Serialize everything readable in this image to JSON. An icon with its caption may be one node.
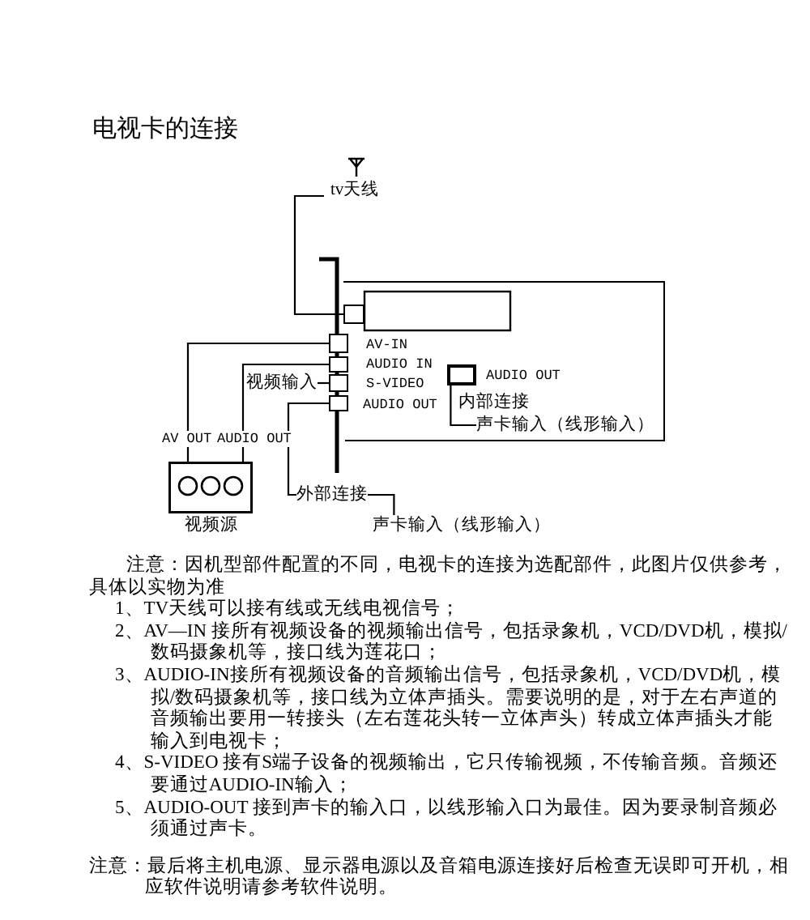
{
  "diagram": {
    "title": "电视卡的连接",
    "nodes": [
      {
        "text": [
          "tv天线"
        ]
      },
      {
        "text": [],
        "shape": "box"
      },
      {
        "text": [],
        "shape": "box",
        "beside": [
          "AV-IN"
        ]
      },
      {
        "text": [],
        "shape": "box",
        "beside": [
          "AUDIO IN"
        ]
      },
      {
        "text": [],
        "shape": "box",
        "beside": [
          "S-VIDEO"
        ]
      },
      {
        "text": [],
        "shape": "box",
        "beside": [
          "AUDIO OUT"
        ]
      },
      {
        "text": [],
        "shape": "box",
        "beside": [
          "AUDIO OUT",
          "内部连接"
        ]
      },
      {
        "text": [
          "声卡输入（线形输入）"
        ]
      },
      {
        "text": [
          "视频源"
        ]
      },
      {
        "text": [
          "视频输入"
        ]
      },
      {
        "text": [
          "外部连接"
        ]
      },
      {
        "text": [
          "声卡输入（线形输入）"
        ]
      }
    ],
    "edges": [
      {
        "from": 0,
        "to": 1,
        "arrow": "none"
      },
      {
        "from": 8,
        "to": 2,
        "arrow": "none",
        "label": "AV OUT"
      },
      {
        "from": 8,
        "to": 3,
        "arrow": "none",
        "label": "AUDIO OUT"
      },
      {
        "from": 9,
        "to": 4,
        "arrow": "none"
      },
      {
        "from": 5,
        "to": 10,
        "arrow": "none"
      },
      {
        "from": 10,
        "to": 11,
        "arrow": "none"
      },
      {
        "from": 6,
        "to": 7,
        "arrow": "none"
      }
    ],
    "labels": [
      "注意：因机型部件配置的不同，电视卡的连接为选配部件，此图片仅供参考，具体以实物为准",
      "1、TV天线可以接有线或无线电视信号；",
      "2、AV—IN 接所有视频设备的视频输出信号，包括录象机，VCD/DVD机，模拟/数码摄象机等，接口线为莲花口；",
      "3、AUDIO-IN接所有视频设备的音频输出信号，包括录象机，VCD/DVD机，模拟/数码摄象机等，接口线为立体声插头。需要说明的是，对于左右声道的音频输出要用一转接头（左右莲花头转一立体声头）转成立体声插头才能输入到电视卡；",
      "4、S-VIDEO 接有S端子设备的视频输出，它只传输视频，不传输音频。音频还要通过AUDIO-IN输入；",
      "5、AUDIO-OUT 接到声卡的输入口，以线形输入口为最佳。因为要录制音频必须通过声卡。",
      "注意：最后将主机电源、显示器电源以及音箱电源连接好后检查无误即可开机，相应软件说明请参考软件说明。"
    ]
  }
}
